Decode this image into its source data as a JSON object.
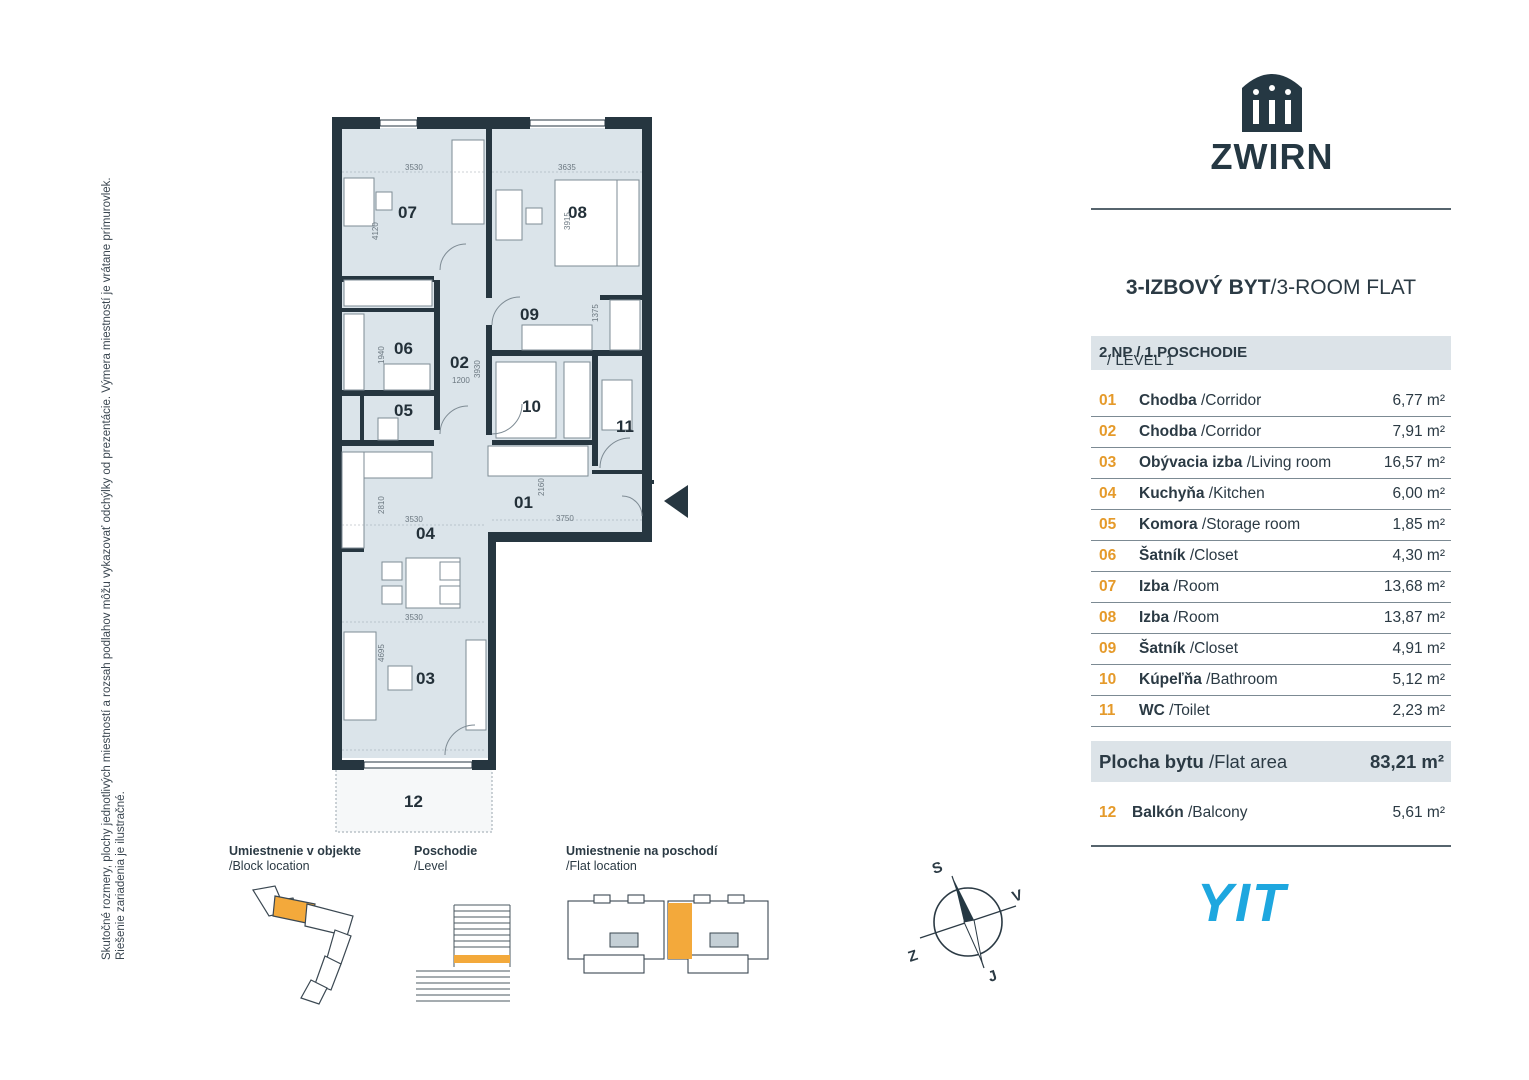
{
  "disclaimer": {
    "line1": "Skutočné rozmery, plochy jednotlivých miestností a rozsah podlahov môžu vykazovať odchýlky od prezentácie. Výmera miestností je vrátane prímurovlek.",
    "line2": "Riešenie zariadenia je ilustračné."
  },
  "plan": {
    "rooms": [
      "07",
      "08",
      "09",
      "06",
      "02",
      "05",
      "10",
      "11",
      "01",
      "04",
      "03",
      "12"
    ],
    "dimensions": [
      "3530",
      "3635",
      "4120",
      "3915",
      "1375",
      "1940",
      "3930",
      "1200",
      "2810",
      "2160",
      "3750",
      "3530",
      "3530",
      "4695"
    ]
  },
  "brand": {
    "logo_text": "ZWIRN",
    "partner": "YIT"
  },
  "flat": {
    "title_bold": "3-IZBOVÝ BYT",
    "title_rest": "/3-ROOM FLAT",
    "level_bold": "2.NP / 1.POSCHODIE",
    "level_rest": " / LEVEL 1"
  },
  "rooms": [
    {
      "num": "01",
      "sk": "Chodba",
      "en": " /Corridor",
      "area": "6,77 m²"
    },
    {
      "num": "02",
      "sk": "Chodba",
      "en": " /Corridor",
      "area": "7,91 m²"
    },
    {
      "num": "03",
      "sk": "Obývacia izba",
      "en": " /Living room",
      "area": "16,57 m²"
    },
    {
      "num": "04",
      "sk": "Kuchyňa",
      "en": " /Kitchen",
      "area": "6,00 m²"
    },
    {
      "num": "05",
      "sk": "Komora",
      "en": " /Storage room",
      "area": "1,85 m²"
    },
    {
      "num": "06",
      "sk": "Šatník",
      "en": " /Closet",
      "area": "4,30 m²"
    },
    {
      "num": "07",
      "sk": "Izba",
      "en": " /Room",
      "area": "13,68 m²"
    },
    {
      "num": "08",
      "sk": "Izba",
      "en": " /Room",
      "area": "13,87 m²"
    },
    {
      "num": "09",
      "sk": "Šatník",
      "en": " /Closet",
      "area": "4,91 m²"
    },
    {
      "num": "10",
      "sk": "Kúpeľňa",
      "en": " /Bathroom",
      "area": "5,12 m²"
    },
    {
      "num": "11",
      "sk": "WC",
      "en": " /Toilet",
      "area": "2,23 m²"
    }
  ],
  "total": {
    "sk": "Plocha bytu",
    "en": " /Flat area",
    "area": "83,21 m²"
  },
  "balcony": {
    "num": "12",
    "sk": "Balkón",
    "en": " /Balcony",
    "area": "5,61 m²"
  },
  "locations": {
    "block_title": "Umiestnenie v objekte",
    "block_sub": "/Block location",
    "level_title": "Poschodie",
    "level_sub": "/Level",
    "flat_title": "Umiestnenie na poschodí",
    "flat_sub": "/Flat location"
  },
  "compass": {
    "north": "S",
    "east": "V",
    "south": "J",
    "west": "Z"
  },
  "colors": {
    "accent": "#e59a2a",
    "wall": "#263640",
    "floor": "#dbe4ea",
    "brand_blue": "#1ea7df",
    "highlight": "#f3a93b"
  }
}
